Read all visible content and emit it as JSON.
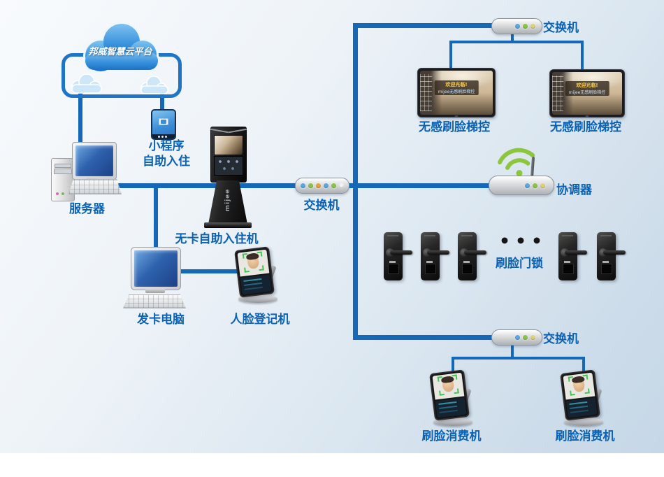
{
  "palette": {
    "line_blue": "#1568b8",
    "label_blue": "#0b62b5",
    "cloud_blue": "#2f85d3",
    "wifi_green": "#8cc63e",
    "led_blue": "#5aa7e0",
    "led_green": "#8bc34a",
    "led_orange": "#e2a23f",
    "led_yellow": "#ddd07e",
    "background_top": "#f8fbfd",
    "background_bottom": "#c6d7e7"
  },
  "cloud": {
    "title": "邦威智慧云平台"
  },
  "mini_program": {
    "line1": "小程序",
    "line2": "自助入住"
  },
  "server": {
    "label": "服务器"
  },
  "kiosk": {
    "label": "无卡自助入住机",
    "brand": "mijee"
  },
  "center_switch": {
    "label": "交换机"
  },
  "top_switch": {
    "label": "交换机"
  },
  "bottom_switch": {
    "label": "交换机"
  },
  "elevator_display": {
    "label": "无感刷脸梯控",
    "screen_title": "欢迎光临!",
    "screen_subtitle": "mijee无感刷脸梯控"
  },
  "coordinator": {
    "label": "协调器"
  },
  "door_locks": {
    "label": "刷脸门锁",
    "ellipsis": "•••"
  },
  "consumer": {
    "label": "刷脸消费机"
  },
  "card_pc": {
    "label": "发卡电脑"
  },
  "face_register": {
    "label": "人脸登记机"
  }
}
